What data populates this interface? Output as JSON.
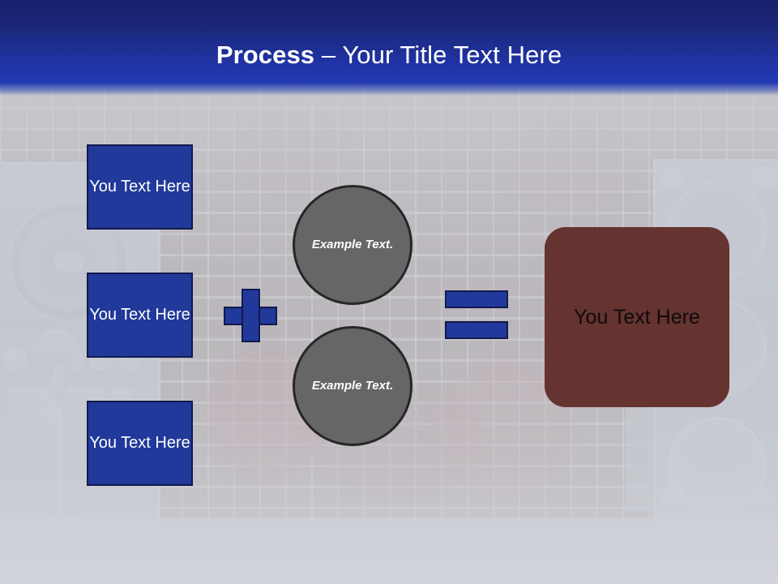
{
  "slide": {
    "title": {
      "strong": "Process",
      "rest": " – Your Title Text Here"
    }
  },
  "diagram": {
    "input_boxes": [
      {
        "label": "You Text Here"
      },
      {
        "label": "You Text Here"
      },
      {
        "label": "You Text Here"
      }
    ],
    "operators": {
      "plus": "+",
      "equals": "="
    },
    "circles": [
      {
        "label": "Example Text."
      },
      {
        "label": "Example Text."
      }
    ],
    "result": {
      "label": "You Text Here"
    }
  },
  "colors": {
    "header_top": "#18206b",
    "header_bottom": "#2239b4",
    "accent_blue": "#21399a",
    "accent_blue_border": "#111a4d",
    "circle_gray": "#666666",
    "circle_border": "#262626",
    "result_red": "#653330",
    "slide_background": "#c9ccd4",
    "title_text": "#ffffff",
    "box_text": "#ffffff",
    "result_text": "#0d0b0b"
  }
}
